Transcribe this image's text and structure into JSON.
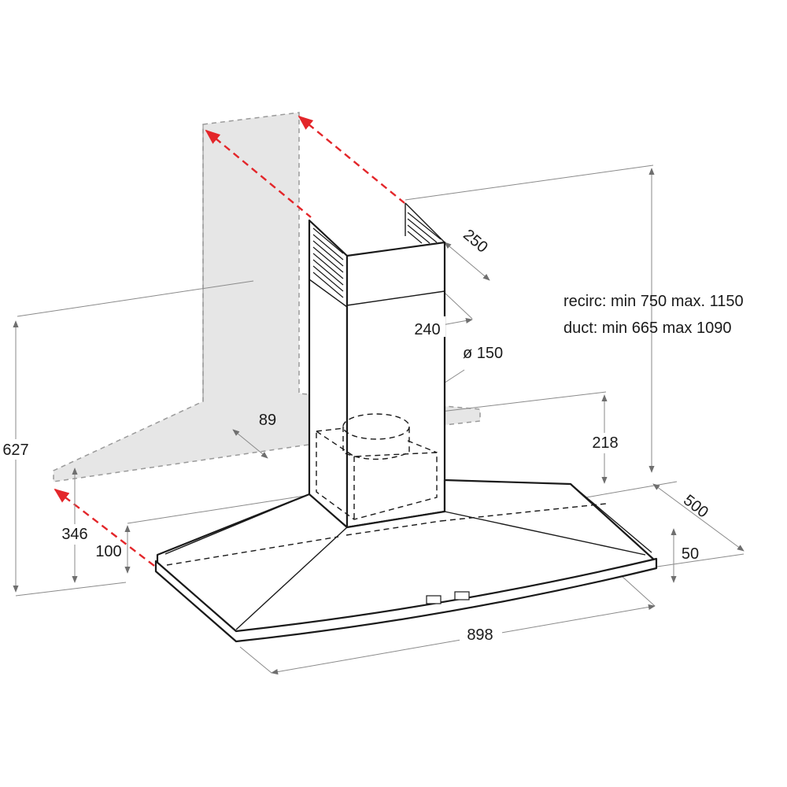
{
  "dimensions": {
    "chimney_depth": "250",
    "chimney_width": "240",
    "outlet_diameter": "ø 150",
    "wall_offset": "89",
    "motor_height": "218",
    "overall_height": "627",
    "lower_height": "346",
    "canopy_height": "100",
    "hood_depth": "500",
    "rim_height": "50",
    "hood_width": "898"
  },
  "notes": {
    "recirc": "recirc: min 750 max. 1150",
    "duct": "duct: min 665 max 1090"
  },
  "colors": {
    "line": "#1a1a1a",
    "dimension_line": "#8a8a8a",
    "ghost_fill": "#e6e6e6",
    "red_arrow": "#e3262a"
  }
}
